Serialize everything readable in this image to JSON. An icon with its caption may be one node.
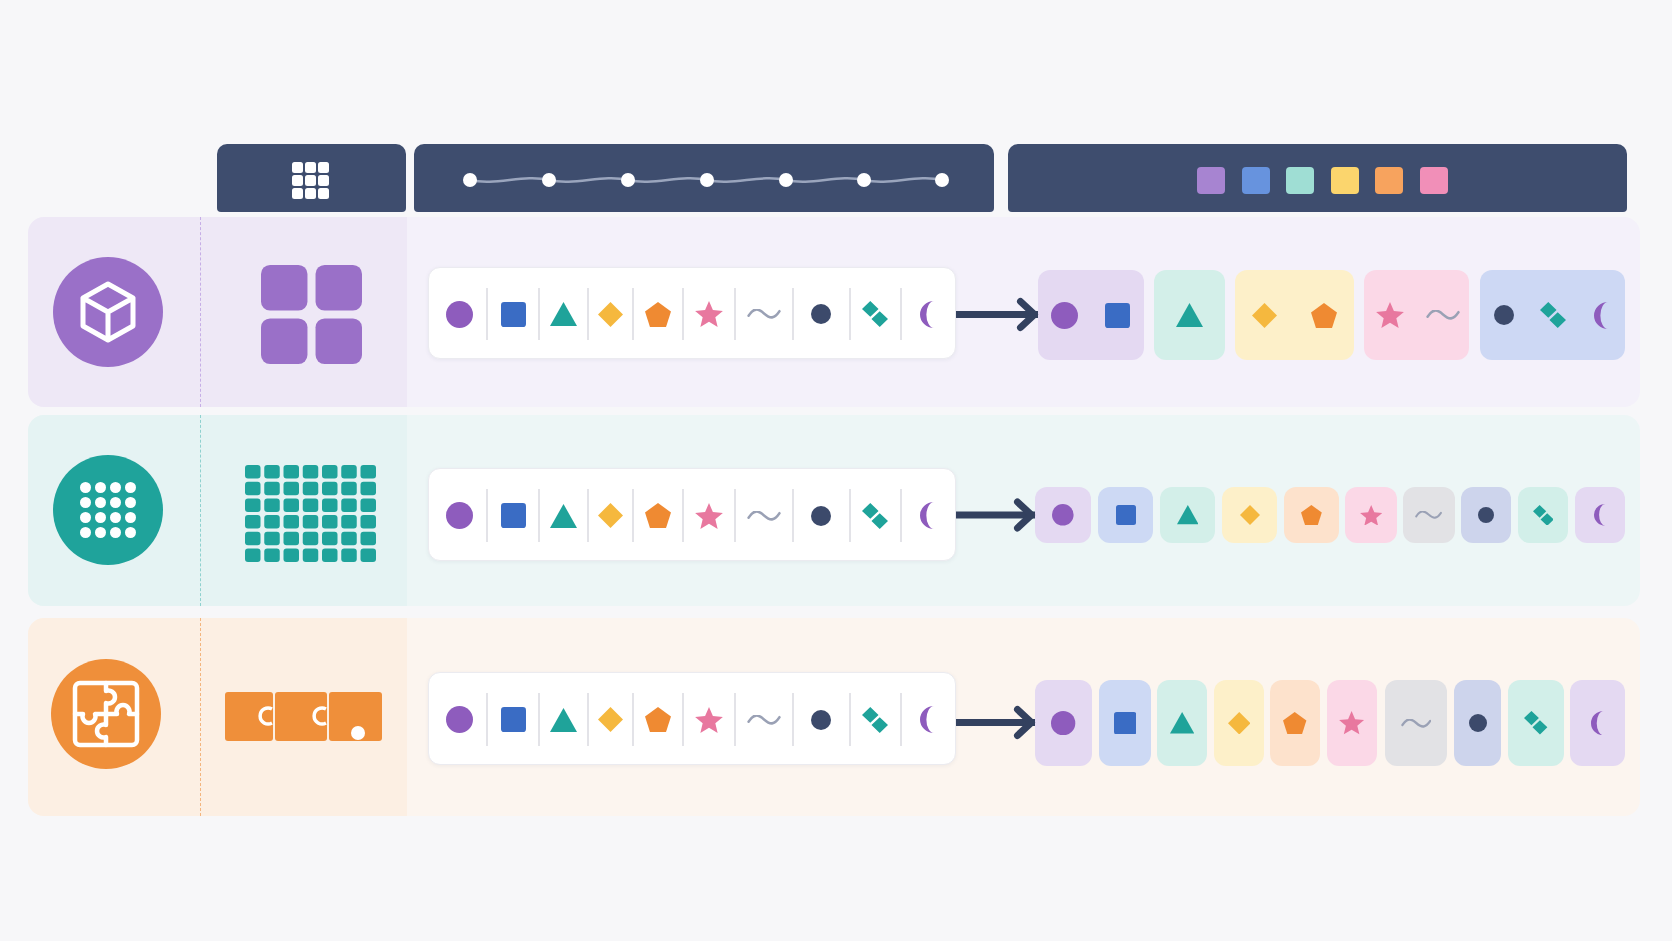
{
  "diagram": {
    "nodes": [
      {
        "text": [],
        "shape": "box"
      },
      {
        "text": [],
        "shape": "box"
      },
      {
        "text": [],
        "shape": "box"
      },
      {
        "text": [],
        "shape": "box"
      },
      {
        "text": [],
        "shape": "box"
      },
      {
        "text": [],
        "shape": "box"
      }
    ],
    "edges": [
      {
        "from": 0,
        "to": 1,
        "arrow": "to"
      },
      {
        "from": 2,
        "to": 3,
        "arrow": "to"
      },
      {
        "from": 4,
        "to": 5,
        "arrow": "to"
      }
    ]
  }
}
